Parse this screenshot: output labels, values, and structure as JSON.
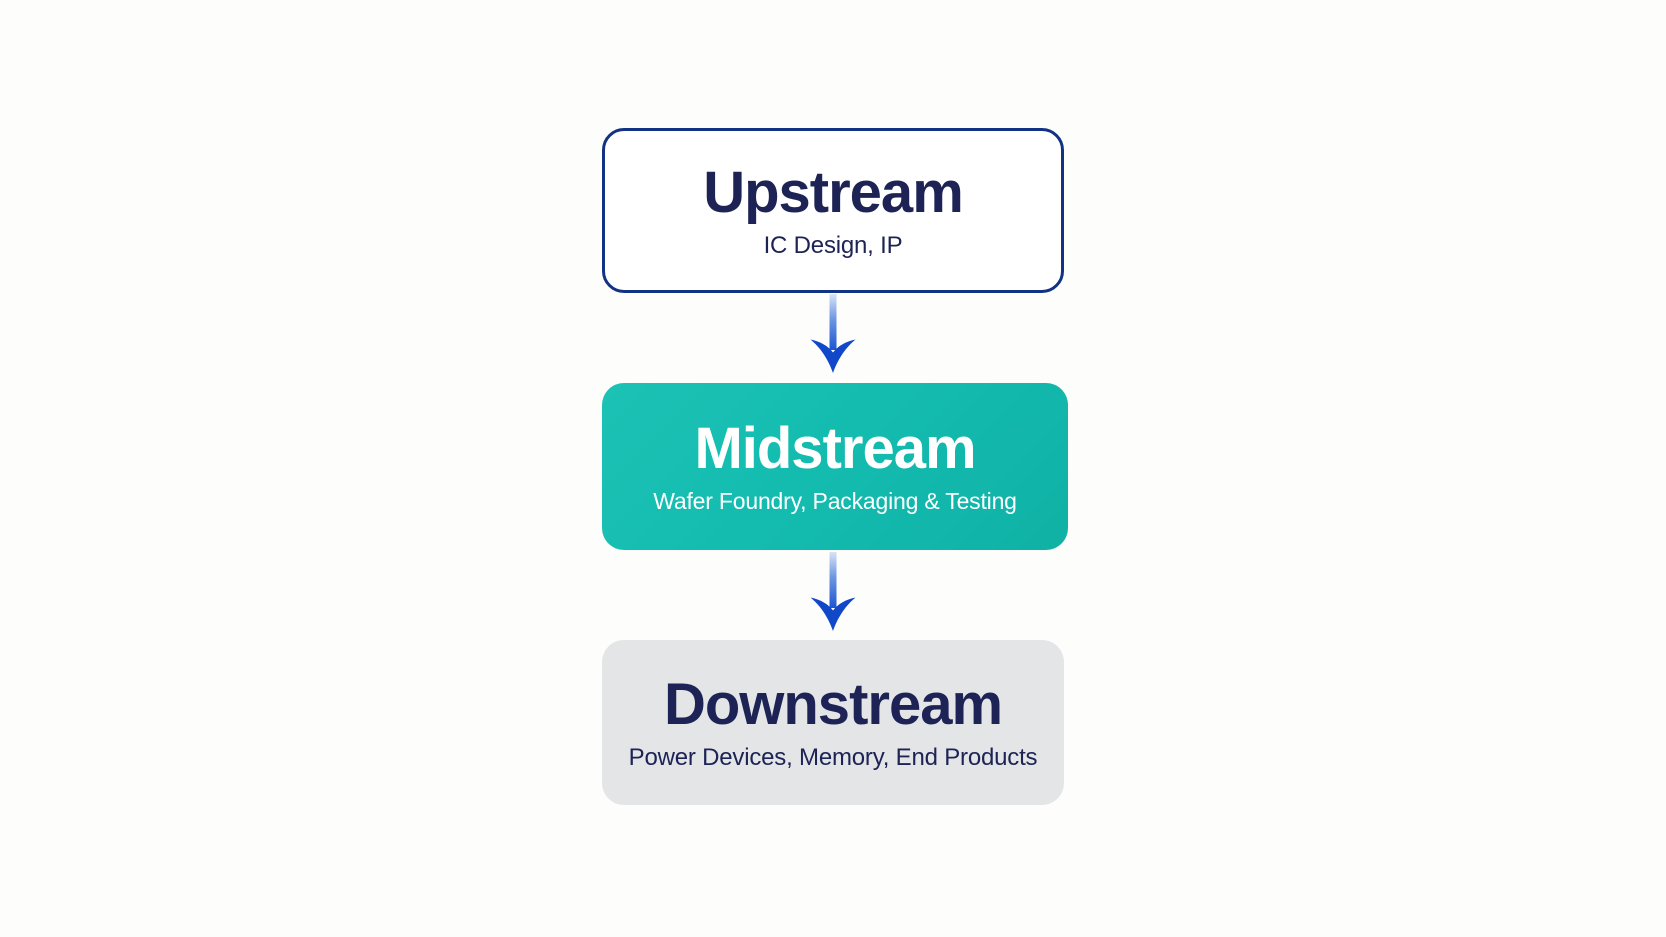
{
  "diagram": {
    "description": "Three-stage vertical flow diagram of the semiconductor industry chain",
    "background_color": "#fdfdfb",
    "nodes": [
      {
        "id": "upstream",
        "title": "Upstream",
        "subtitle": "IC Design, IP",
        "fill_color": "#ffffff",
        "border_color": "#123383",
        "text_color": "#1d2355"
      },
      {
        "id": "midstream",
        "title": "Midstream",
        "subtitle": "Wafer Foundry, Packaging & Testing",
        "fill_color": "#14bcb0",
        "border_color": "none",
        "text_color": "#ffffff"
      },
      {
        "id": "downstream",
        "title": "Downstream",
        "subtitle": "Power Devices, Memory, End Products",
        "fill_color": "#e3e5e6",
        "border_color": "none",
        "text_color": "#1d2355"
      }
    ],
    "arrows": [
      {
        "from": "upstream",
        "to": "midstream",
        "direction": "down",
        "color_top": "#d8e3f6",
        "color_bottom": "#1c55d0",
        "head_color": "#1148c9"
      },
      {
        "from": "midstream",
        "to": "downstream",
        "direction": "down",
        "color_top": "#d8e3f6",
        "color_bottom": "#1c55d0",
        "head_color": "#1148c9"
      }
    ]
  }
}
